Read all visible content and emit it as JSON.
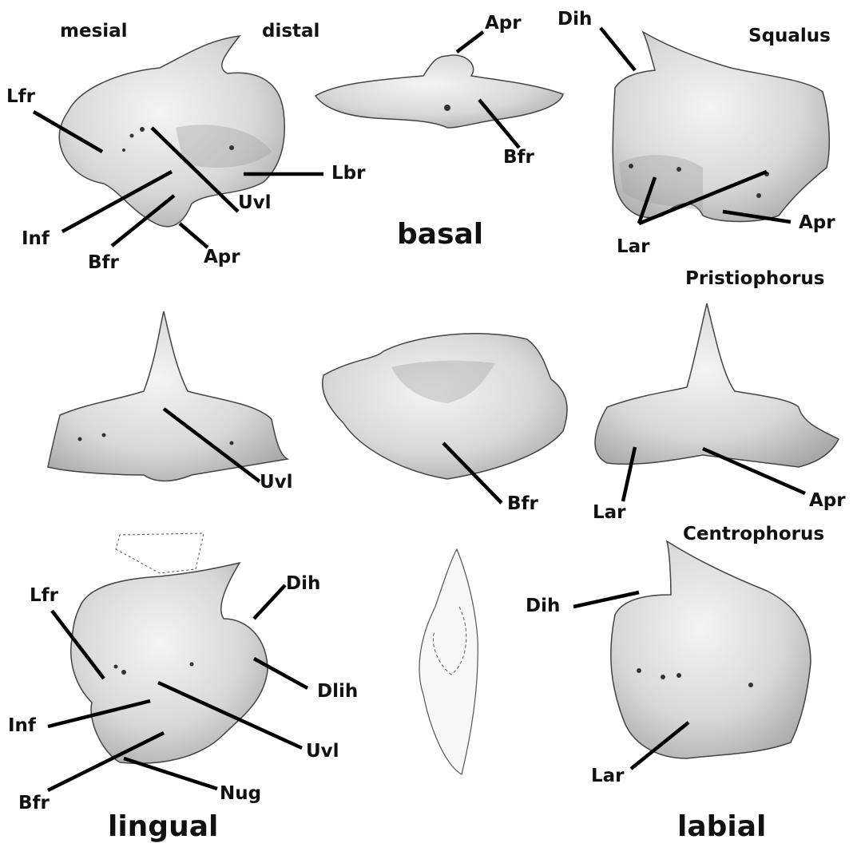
{
  "figure": {
    "orientation_labels": {
      "mesial": "mesial",
      "distal": "distal"
    },
    "view_labels": {
      "basal": "basal",
      "lingual": "lingual",
      "labial": "labial"
    },
    "taxa": {
      "squalus": "Squalus",
      "pristiophorus": "Pristiophorus",
      "centrophorus": "Centrophorus"
    },
    "row1": {
      "lingual": [
        "Lfr",
        "Lbr",
        "Inf",
        "Uvl",
        "Bfr",
        "Apr"
      ],
      "basal": [
        "Apr",
        "Bfr"
      ],
      "labial": [
        "Dih",
        "Lar",
        "Apr"
      ]
    },
    "row2": {
      "lingual": [
        "Uvl"
      ],
      "basal": [
        "Bfr"
      ],
      "labial": [
        "Lar",
        "Apr"
      ]
    },
    "row3": {
      "lingual": [
        "Dih",
        "Lfr",
        "Dlih",
        "Inf",
        "Uvl",
        "Bfr",
        "Nug"
      ],
      "labial": [
        "Dih",
        "Lar"
      ]
    }
  }
}
